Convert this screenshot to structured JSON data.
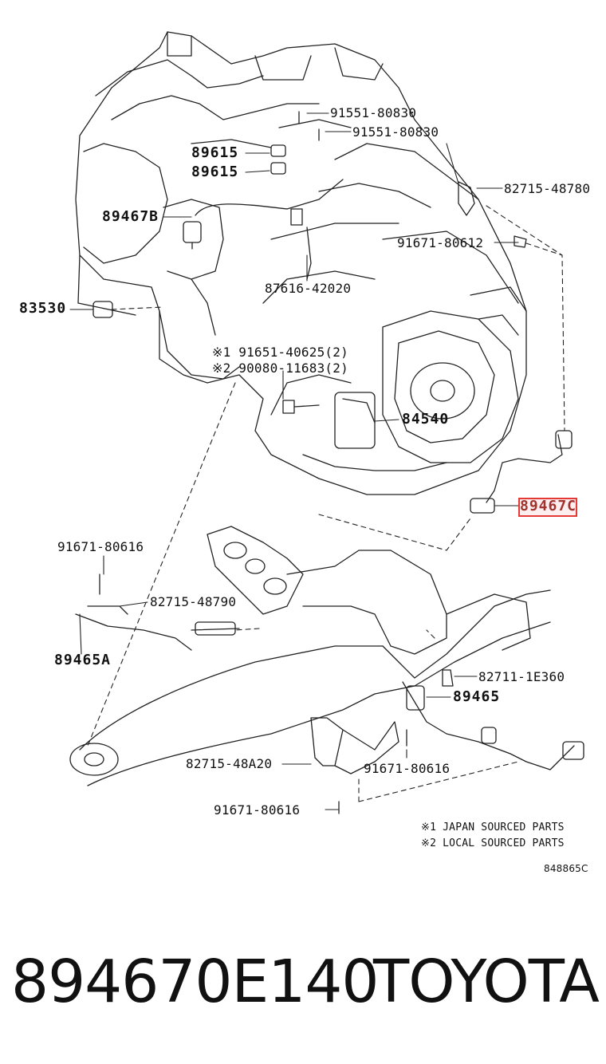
{
  "part_labels": {
    "p91551_80830_a": "91551-80830",
    "p91551_80830_b": "91551-80830",
    "p89615_a": "89615",
    "p89615_b": "89615",
    "p82715_48780": "82715-48780",
    "p89467B": "89467B",
    "p91671_80612": "91671-80612",
    "p87616_42020": "87616-42020",
    "p83530": "83530",
    "p91651_40625": "※1 91651-40625(2)",
    "p90080_11683": "※2 90080-11683(2)",
    "p84540": "84540",
    "p89467C": "89467C",
    "p91671_80616_a": "91671-80616",
    "p82715_48790": "82715-48790",
    "p89465A": "89465A",
    "p82711_1E360": "82711-1E360",
    "p89465": "89465",
    "p82715_48A20": "82715-48A20",
    "p91671_80616_b": "91671-80616",
    "p91671_80616_c": "91671-80616"
  },
  "notes": {
    "note1": "※1  JAPAN SOURCED PARTS",
    "note2": "※2  LOCAL SOURCED PARTS"
  },
  "diagram_code": "848865C",
  "highlight_color": "#e53935",
  "footer": {
    "part_number": "894670E140",
    "brand": "TOYOTA"
  }
}
